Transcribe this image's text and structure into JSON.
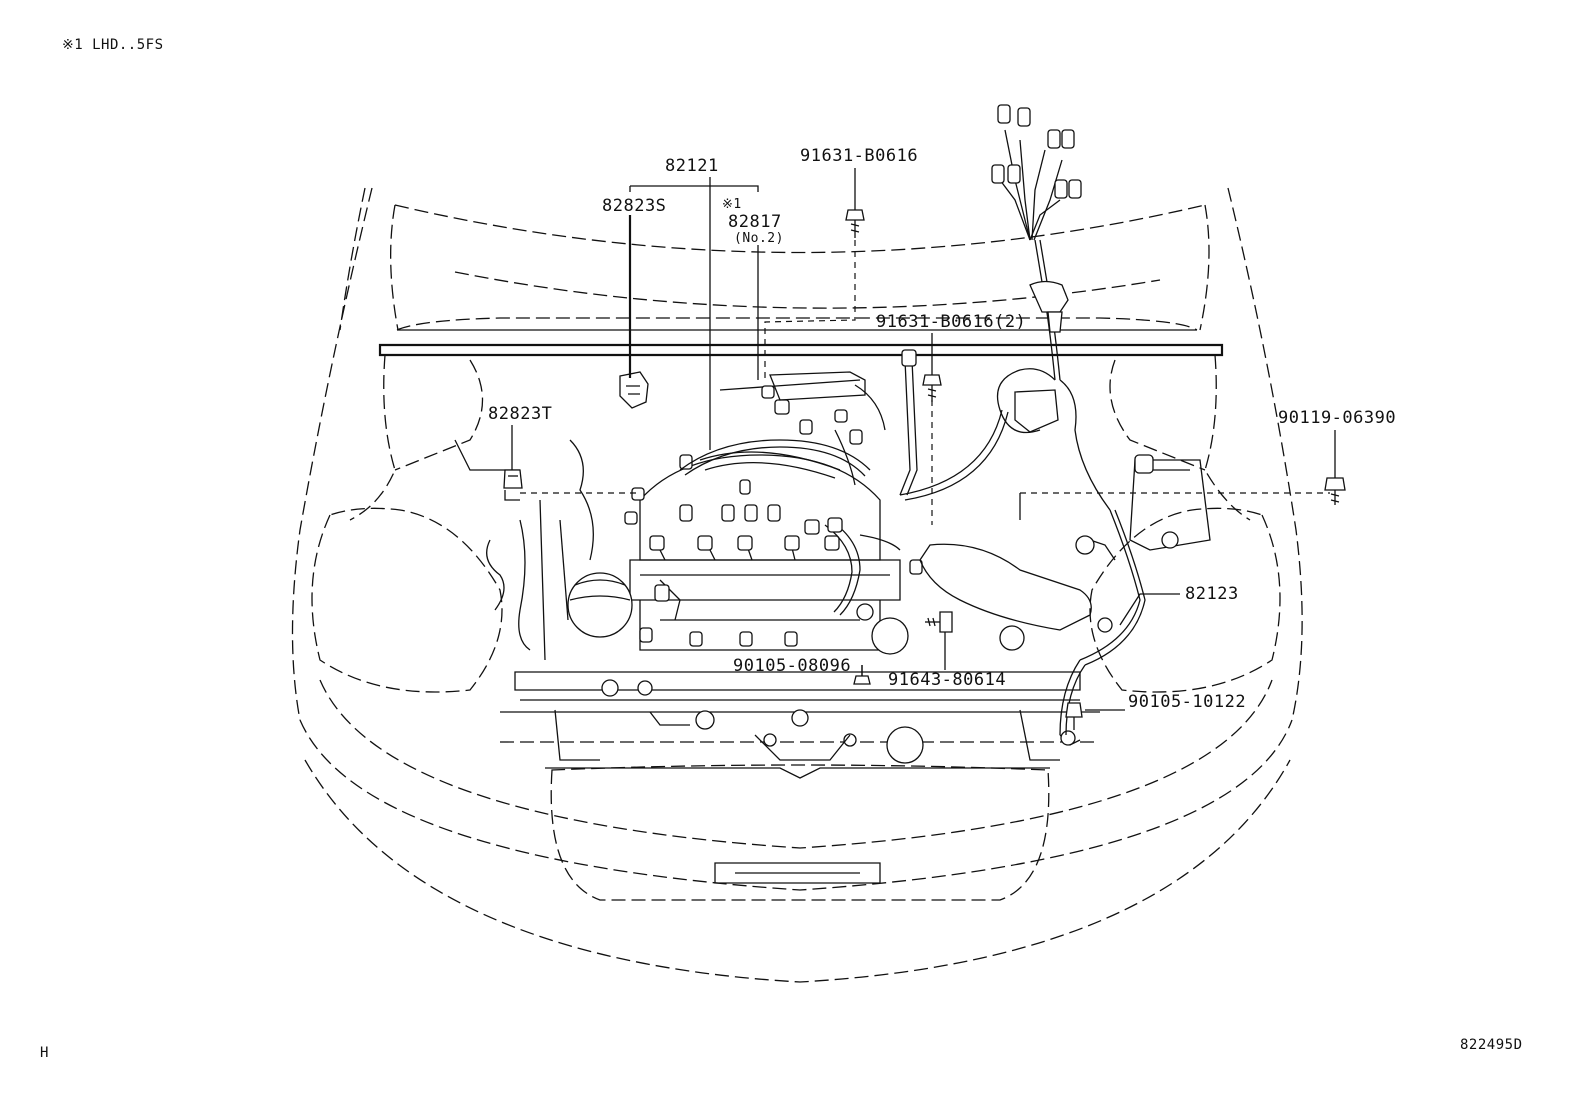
{
  "note": "※1  LHD..5FS",
  "figure_code": "822495D",
  "corner_mark": "H",
  "callouts": {
    "p82121": "82121",
    "p82823S": "82823S",
    "p82817_mark": "※1",
    "p82817": "82817",
    "p82817_sub": "(No.2)",
    "p91631a": "91631-B0616",
    "p91631b": "91631-B0616(2)",
    "p82823T": "82823T",
    "p90119": "90119-06390",
    "p82123": "82123",
    "p90105a": "90105-08096",
    "p91643": "91643-80614",
    "p90105b": "90105-10122"
  }
}
